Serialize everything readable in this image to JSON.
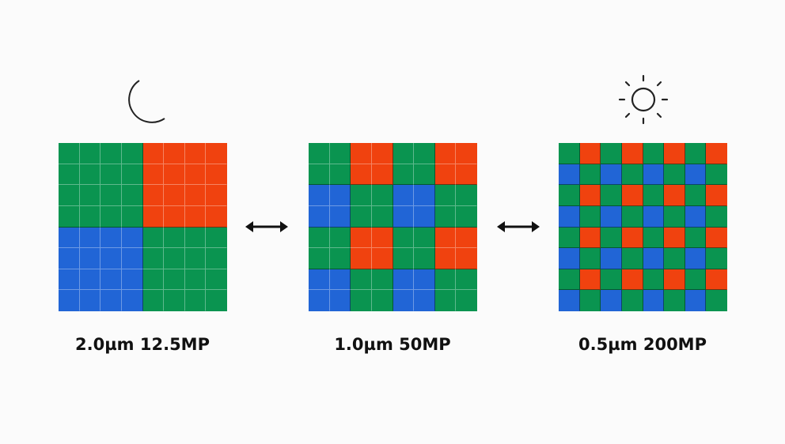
{
  "colors": {
    "green": "#0a9450",
    "red": "#f0420f",
    "blue": "#2165d6",
    "background": "#fbfbfb"
  },
  "panels": [
    {
      "label": "2.0µm 12.5MP",
      "icon": "moon-icon",
      "pattern": "tetra-cell",
      "blocks": 2,
      "sub": 4
    },
    {
      "label": "1.0µm 50MP",
      "icon": null,
      "pattern": "quad-bayer",
      "blocks": 4,
      "sub": 2
    },
    {
      "label": "0.5µm 200MP",
      "icon": "sun-icon",
      "pattern": "bayer",
      "blocks": 8,
      "sub": 1
    }
  ],
  "arrows": [
    "double-arrow-icon",
    "double-arrow-icon"
  ]
}
